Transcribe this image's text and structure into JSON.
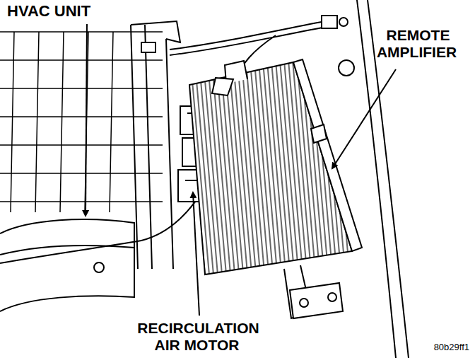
{
  "diagram": {
    "labels": [
      "HVAC UNIT",
      "REMOTE AMPLIFIER",
      "RECIRCULATION AIR MOTOR",
      "80b29ff1"
    ]
  }
}
